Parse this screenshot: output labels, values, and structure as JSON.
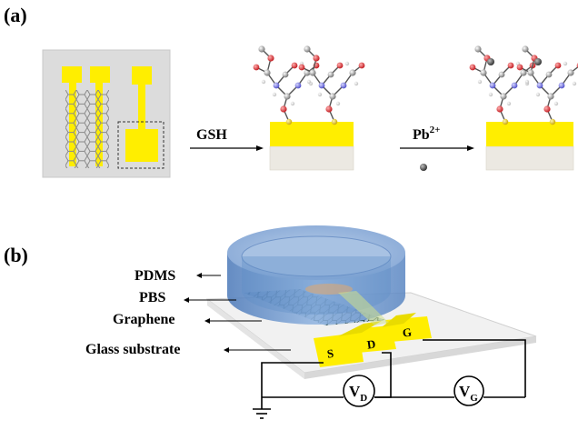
{
  "panel_a": {
    "label": "(a)",
    "step1_label": "GSH",
    "step2_label": "Pb",
    "step2_superscript": "2+"
  },
  "panel_b": {
    "label": "(b)",
    "layers": [
      "PDMS",
      "PBS",
      "Graphene",
      "Glass substrate"
    ],
    "electrodes": {
      "source": "S",
      "drain": "D",
      "gate": "G"
    },
    "meters": [
      {
        "symbol": "V",
        "subscript": "D"
      },
      {
        "symbol": "V",
        "subscript": "G"
      }
    ]
  },
  "colors": {
    "gold": "#ffee00",
    "substrate": "#ece9e2",
    "pdms": "#6f98cf",
    "chip_bg": "#dddddd"
  }
}
